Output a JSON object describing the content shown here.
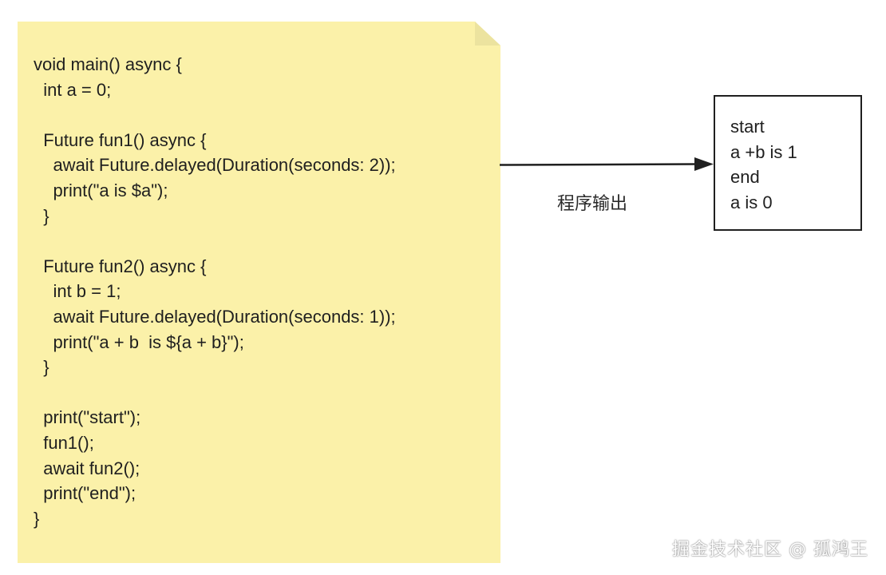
{
  "note": {
    "fill": "#fbf1a9",
    "fold_fill": "#ece39f",
    "code_lines": [
      "void main() async {",
      "  int a = 0;",
      "",
      "  Future fun1() async {",
      "    await Future.delayed(Duration(seconds: 2));",
      "    print(\"a is $a\");",
      "  }",
      "",
      "  Future fun2() async {",
      "    int b = 1;",
      "    await Future.delayed(Duration(seconds: 1));",
      "    print(\"a + b  is ${a + b}\");",
      "  }",
      "",
      "  print(\"start\");",
      "  fun1();",
      "  await fun2();",
      "  print(\"end\");",
      "}"
    ]
  },
  "arrow": {
    "label": "程序输出",
    "color": "#1f1f1f"
  },
  "output": {
    "lines": [
      "start",
      "a +b is 1",
      "end",
      "a is 0"
    ]
  },
  "watermark": {
    "text": "掘金技术社区 @ 孤鸿王"
  }
}
